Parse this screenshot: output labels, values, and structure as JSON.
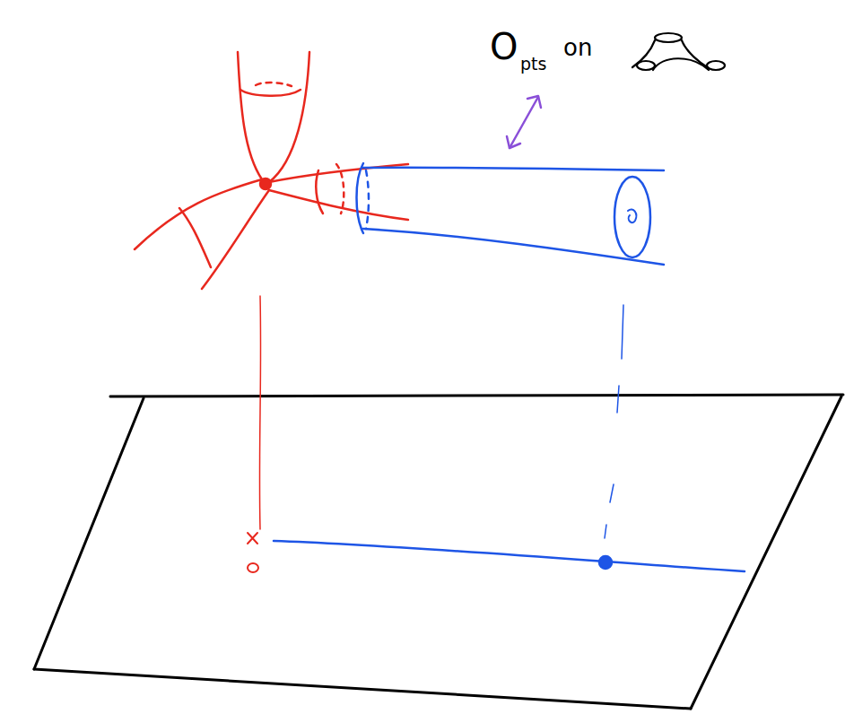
{
  "diagram": {
    "labels": [
      "O",
      "pts",
      "on"
    ]
  }
}
